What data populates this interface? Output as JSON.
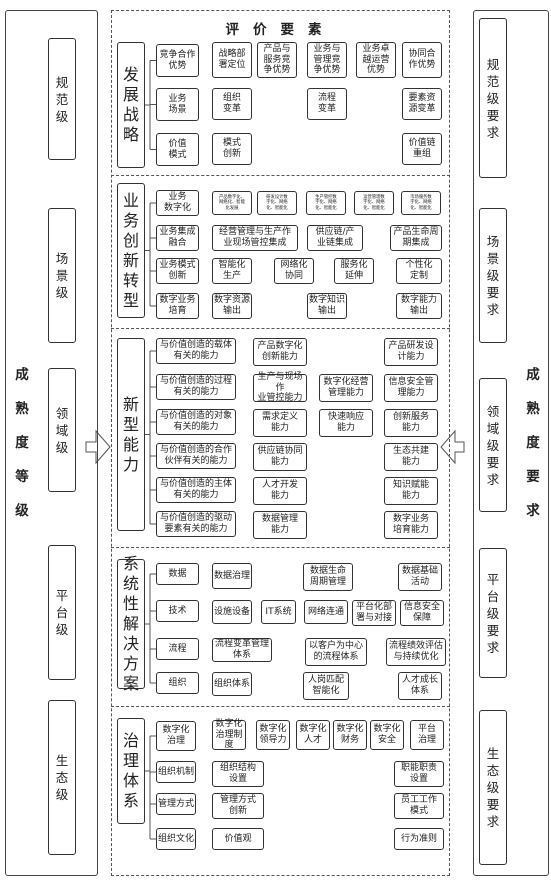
{
  "title": "评价要素",
  "left_panel": {
    "header": "成熟度等级",
    "levels": [
      "规范级",
      "场景级",
      "领域级",
      "平台级",
      "生态级"
    ]
  },
  "right_panel": {
    "header": "成熟度要求",
    "levels": [
      "规范级要求",
      "场景级要求",
      "领域级要求",
      "平台级要求",
      "生态级要求"
    ]
  },
  "sections": [
    {
      "name": "发展战略",
      "rows": [
        {
          "label": "竞争合作\n优势",
          "items": [
            "战略部\n署定位",
            "产品与\n服务竞\n争优势",
            "业务与\n管理竞\n争优势",
            "业务卓\n越运营\n优势",
            "协同合\n作优势"
          ]
        },
        {
          "label": "业务\n场景",
          "items": [
            "组织\n变革",
            "流程\n变革",
            "要素资\n源变革"
          ]
        },
        {
          "label": "价值\n模式",
          "items": [
            "模式\n创新",
            "价值链\n重组"
          ]
        }
      ]
    },
    {
      "name": "业务创新转型",
      "rows": [
        {
          "label": "业务\n数字化",
          "items": [
            "产品数字化、\n网络化、智能\n化发展",
            "研发设计数\n字化、网络\n化、智能化",
            "生产管控数\n字化、网络\n化、智能化",
            "运营管理数\n字化、网络\n化、智能化",
            "市场服务数\n字化、网络\n化、智能化"
          ]
        },
        {
          "label": "业务集成\n融合",
          "items": [
            "经营管理与生产作\n业现场管控集成",
            "供应链/产\n业链集成",
            "产品生命周\n期集成"
          ]
        },
        {
          "label": "业务模式\n创新",
          "items": [
            "智能化\n生产",
            "网络化\n协同",
            "服务化\n延伸",
            "个性化\n定制"
          ]
        },
        {
          "label": "数字业务\n培育",
          "items": [
            "数字资源\n输出",
            "数字知识\n输出",
            "数字能力\n输出"
          ]
        }
      ]
    },
    {
      "name": "新型能力",
      "rows": [
        {
          "label": "与价值创造的载体\n有关的能力",
          "items": [
            "产品数字化\n创新能力",
            "产品研发设\n计能力"
          ]
        },
        {
          "label": "与价值创造的过程\n有关的能力",
          "items": [
            "生产与现场作\n业管控能力",
            "数字化经营\n管理能力",
            "信息安全管\n理能力"
          ]
        },
        {
          "label": "与价值创造的对象\n有关的能力",
          "items": [
            "需求定义\n能力",
            "快速响应\n能力",
            "创新服务\n能力"
          ]
        },
        {
          "label": "与价值创造的合作\n伙伴有关的能力",
          "items": [
            "供应链协同\n能力",
            "生态共建\n能力"
          ]
        },
        {
          "label": "与价值创造的主体\n有关的能力",
          "items": [
            "人才开发\n能力",
            "知识赋能\n能力"
          ]
        },
        {
          "label": "与价值创造的驱动\n要素有关的能力",
          "items": [
            "数据管理\n能力",
            "数字业务\n培育能力"
          ]
        }
      ]
    },
    {
      "name": "系统性解决方案",
      "rows": [
        {
          "label": "数据",
          "items": [
            "数据治理",
            "数据生命\n周期管理",
            "数据基础\n活动"
          ]
        },
        {
          "label": "技术",
          "items": [
            "设施设备",
            "IT系统",
            "网络连通",
            "平台化部\n署与对接",
            "信息安全\n保障"
          ]
        },
        {
          "label": "流程",
          "items": [
            "流程变革管理\n体系",
            "以客户为中心\n的流程体系",
            "流程绩效评估\n与持续优化"
          ]
        },
        {
          "label": "组织",
          "items": [
            "组织体系",
            "人岗匹配\n智能化",
            "人才成长\n体系"
          ]
        }
      ]
    },
    {
      "name": "治理体系",
      "rows": [
        {
          "label": "数字化\n治理",
          "items": [
            "数字化\n治理制\n度",
            "数字化\n领导力",
            "数字化\n人才",
            "数字化\n财务",
            "数字化\n安全",
            "平台\n治理"
          ]
        },
        {
          "label": "组织机制",
          "items": [
            "组织结构\n设置",
            "职能职责\n设置"
          ]
        },
        {
          "label": "管理方式",
          "items": [
            "管理方式\n创新",
            "员工工作\n模式"
          ]
        },
        {
          "label": "组织文化",
          "items": [
            "价值观",
            "行为准则"
          ]
        }
      ]
    }
  ]
}
